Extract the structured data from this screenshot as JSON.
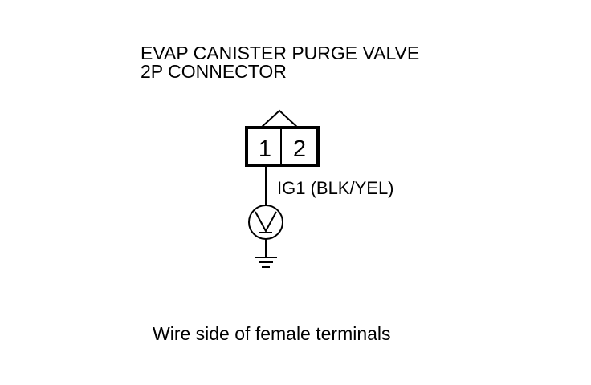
{
  "title": {
    "line1": "EVAP CANISTER PURGE VALVE",
    "line2": "2P CONNECTOR"
  },
  "connector": {
    "terminals": [
      "1",
      "2"
    ]
  },
  "wire": {
    "label": "IG1 (BLK/YEL)"
  },
  "symbols": {
    "meter": "voltmeter-icon",
    "ground": "ground-icon"
  },
  "caption": "Wire side of female terminals"
}
